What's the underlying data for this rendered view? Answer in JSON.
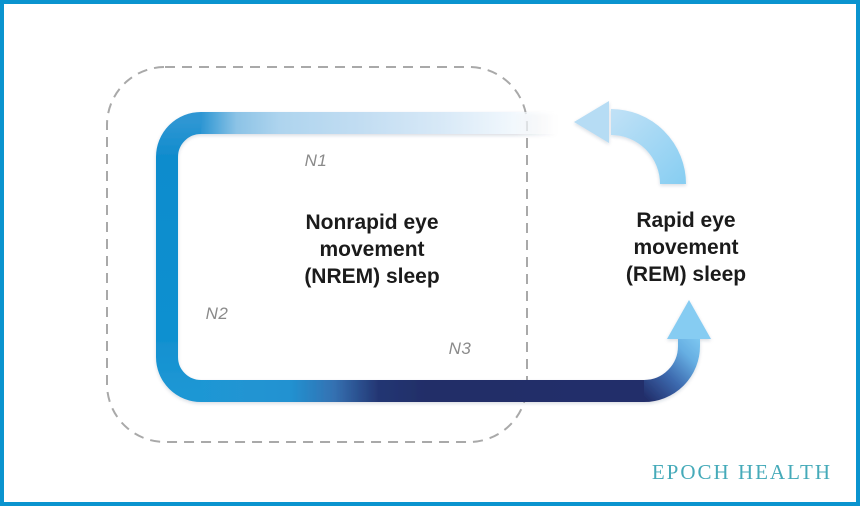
{
  "diagram": {
    "title_none": "",
    "nrem_label": "Nonrapid eye\nmovement\n(NREM) sleep",
    "rem_label": "Rapid eye\nmovement\n(REM) sleep",
    "stages": {
      "n1": "N1",
      "n2": "N2",
      "n3": "N3"
    },
    "brand": "EPOCH HEALTH",
    "colors": {
      "frame_border": "#0a94cf",
      "stage_n1_light_blue": "#bcdaf1",
      "stage_n2_bright_blue": "#1090d0",
      "stage_n3_navy": "#212f6a",
      "rem_arrow_light_blue": "#8bd0f3",
      "dashed_outline_gray": "#a9a9a9",
      "stage_label_gray": "#8a8a8a",
      "body_text": "#1b1b1b",
      "brand_teal": "#45aab9"
    }
  }
}
